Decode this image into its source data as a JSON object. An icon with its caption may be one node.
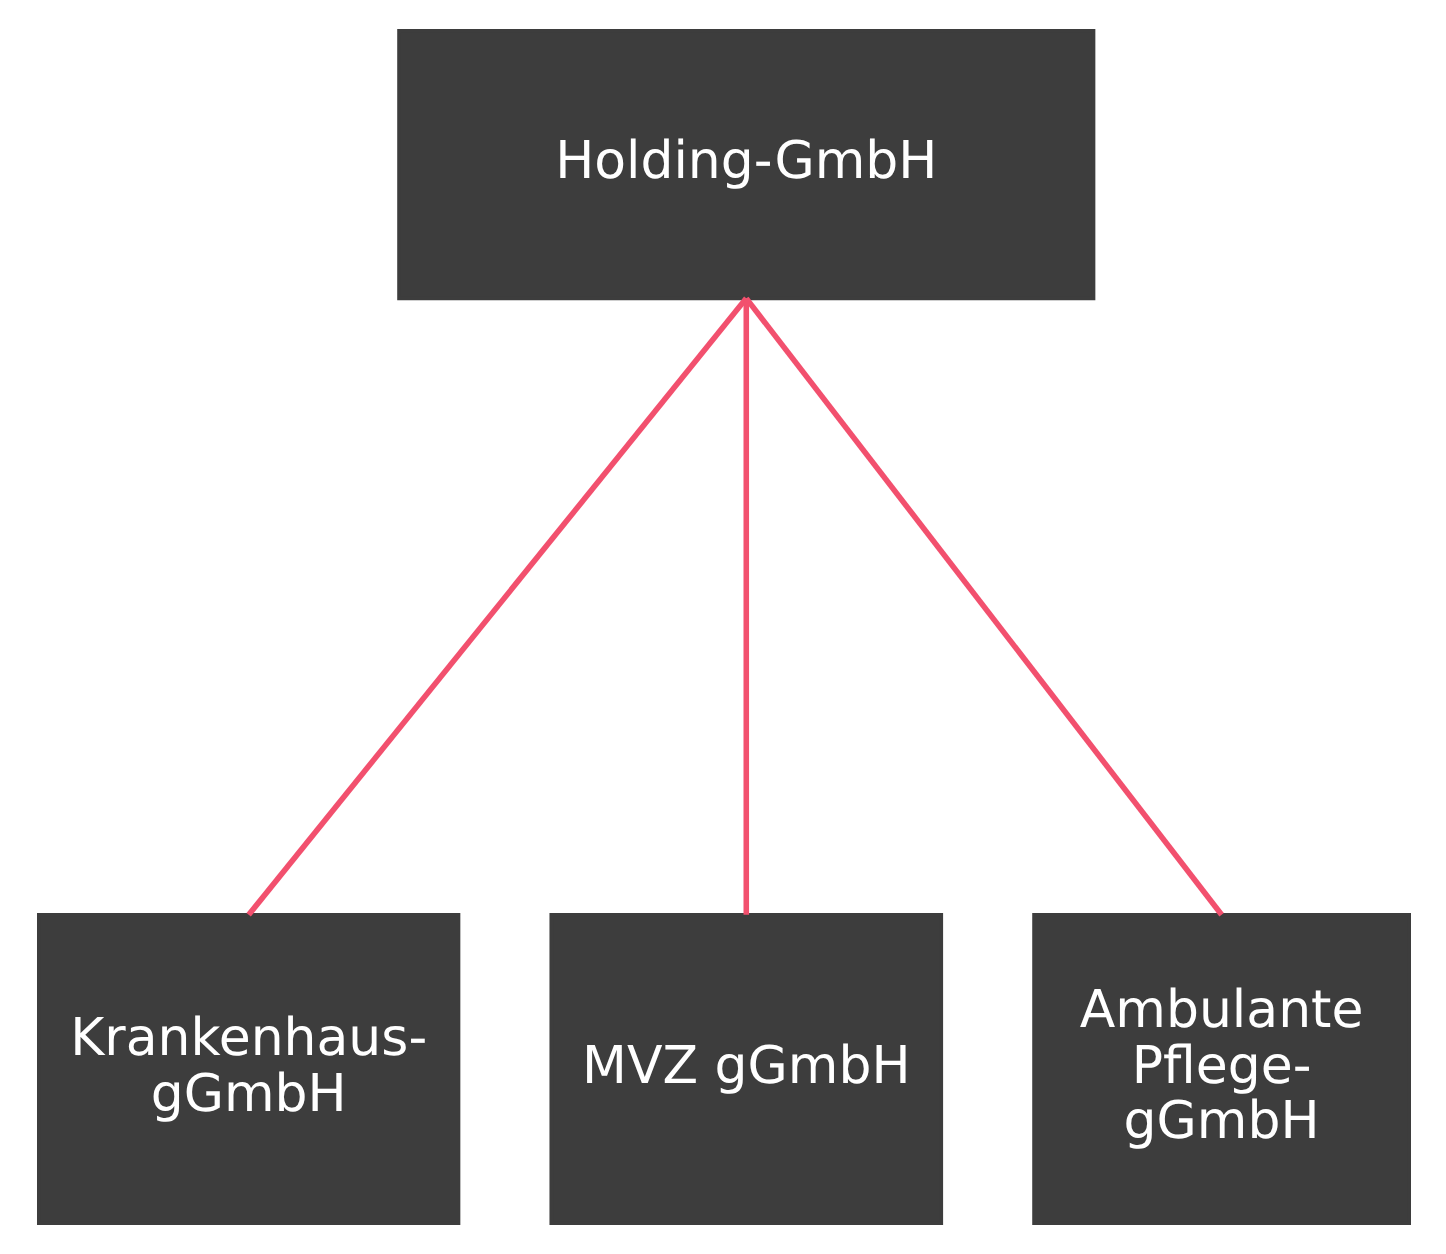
{
  "diagram": {
    "nodes": [
      {
        "text": [
          "Holding-GmbH"
        ]
      },
      {
        "text": [
          "Krankenhaus- gGmbH"
        ]
      },
      {
        "text": [
          "MVZ gGmbH"
        ]
      },
      {
        "text": [
          "Ambulante Pflege- gGmbH"
        ]
      }
    ],
    "edges": [
      {
        "from": 0,
        "to": 1,
        "arrow": "none"
      },
      {
        "from": 0,
        "to": 2,
        "arrow": "none"
      },
      {
        "from": 0,
        "to": 3,
        "arrow": "none"
      }
    ]
  }
}
